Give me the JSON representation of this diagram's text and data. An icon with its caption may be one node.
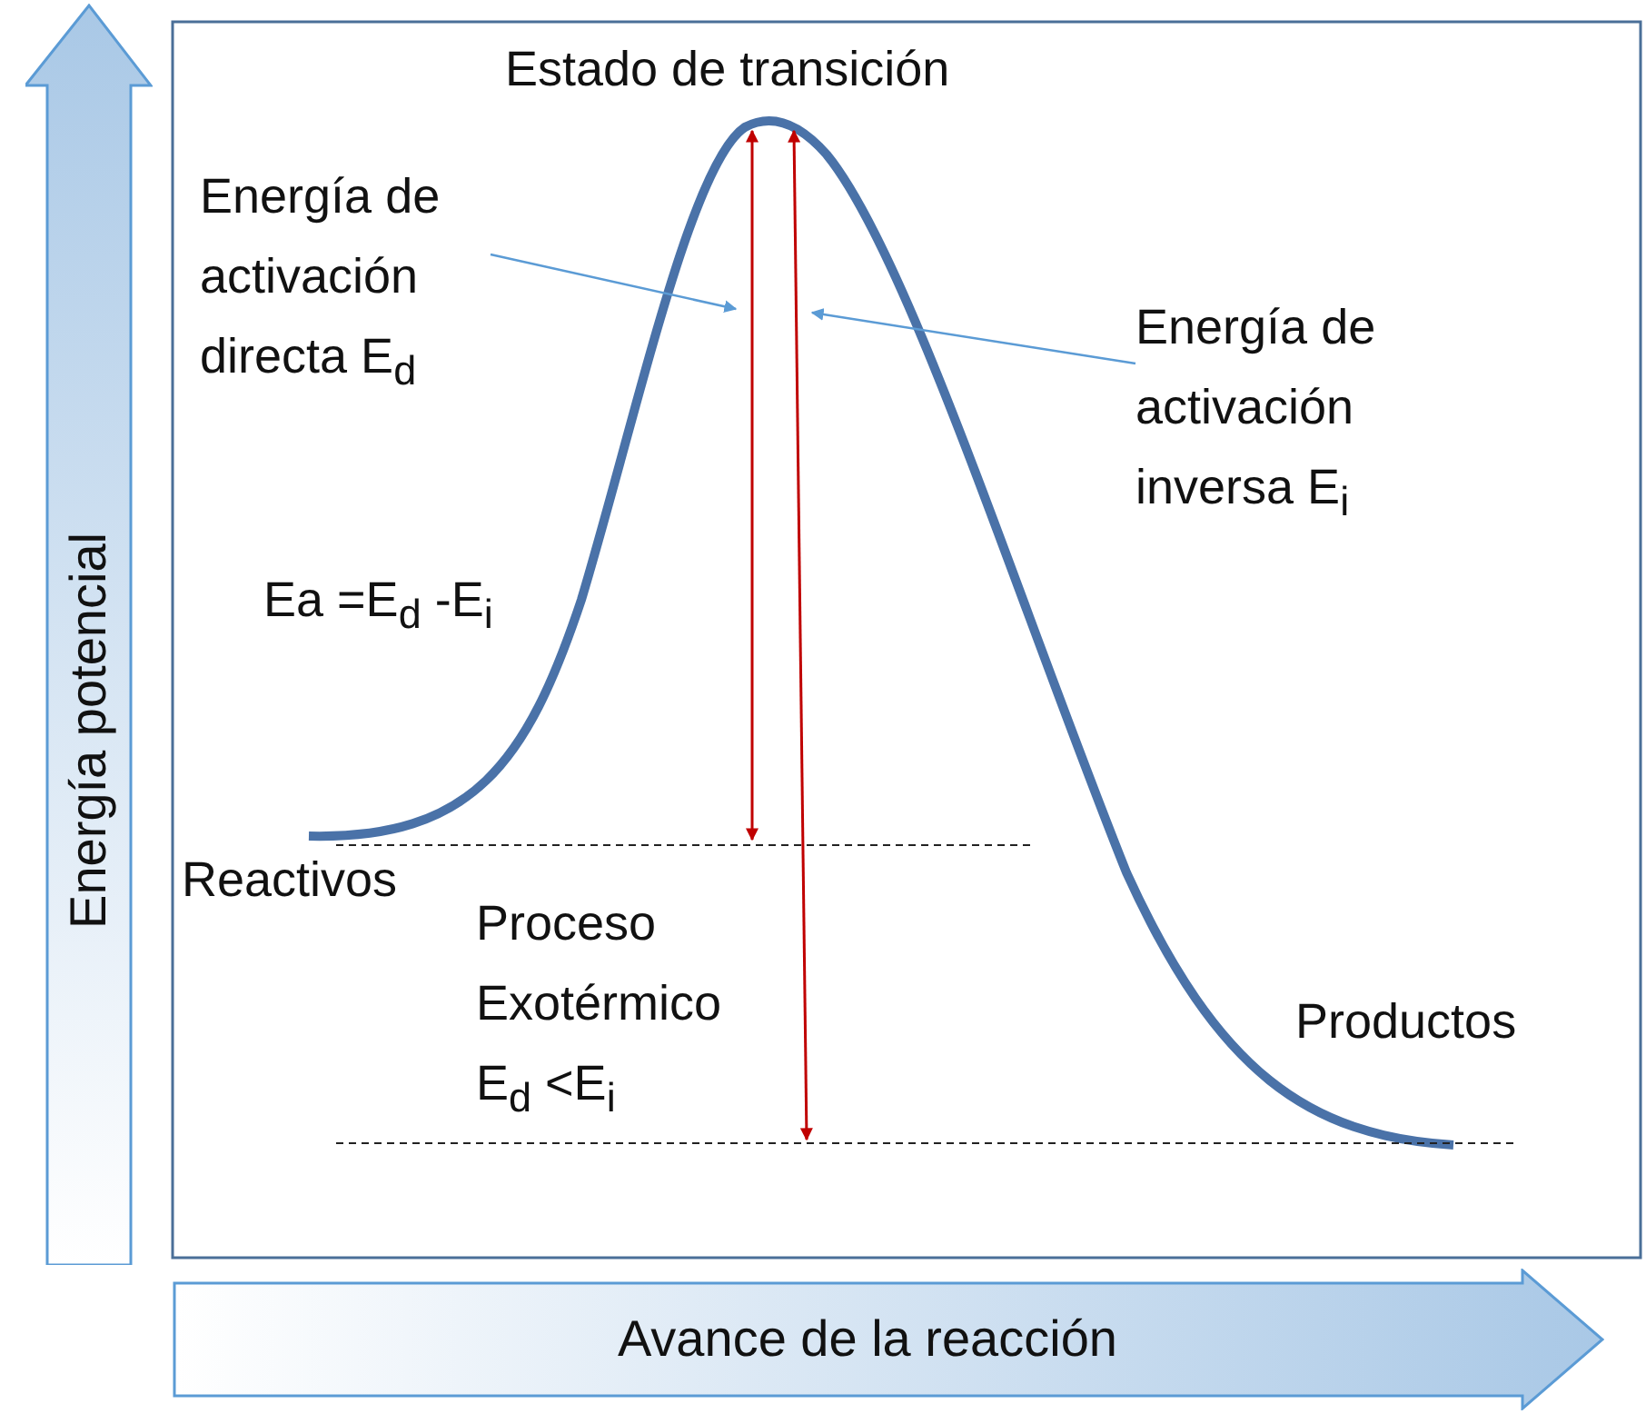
{
  "diagram": {
    "nodes": [
      {
        "text": [
          "Energía de activación directa E$_{d}$"
        ]
      },
      {
        "text": [
          "Energía de activación inversa E$_{i}$"
        ]
      },
      {
        "text": [
          "Energía potencial"
        ]
      },
      {
        "text": [
          "Avance de la reacción"
        ]
      }
    ],
    "edges": [
      {
        "from": 0,
        "to": null,
        "arrow": "to"
      },
      {
        "from": 1,
        "to": null,
        "arrow": "to"
      }
    ],
    "labels": [
      "Estado de transición",
      "Ea =E$_{d}$ -E$_{i}$",
      "Reactivos",
      "Proceso Exotérmico E$_{d}$ <E$_{i}$",
      "Productos"
    ]
  }
}
